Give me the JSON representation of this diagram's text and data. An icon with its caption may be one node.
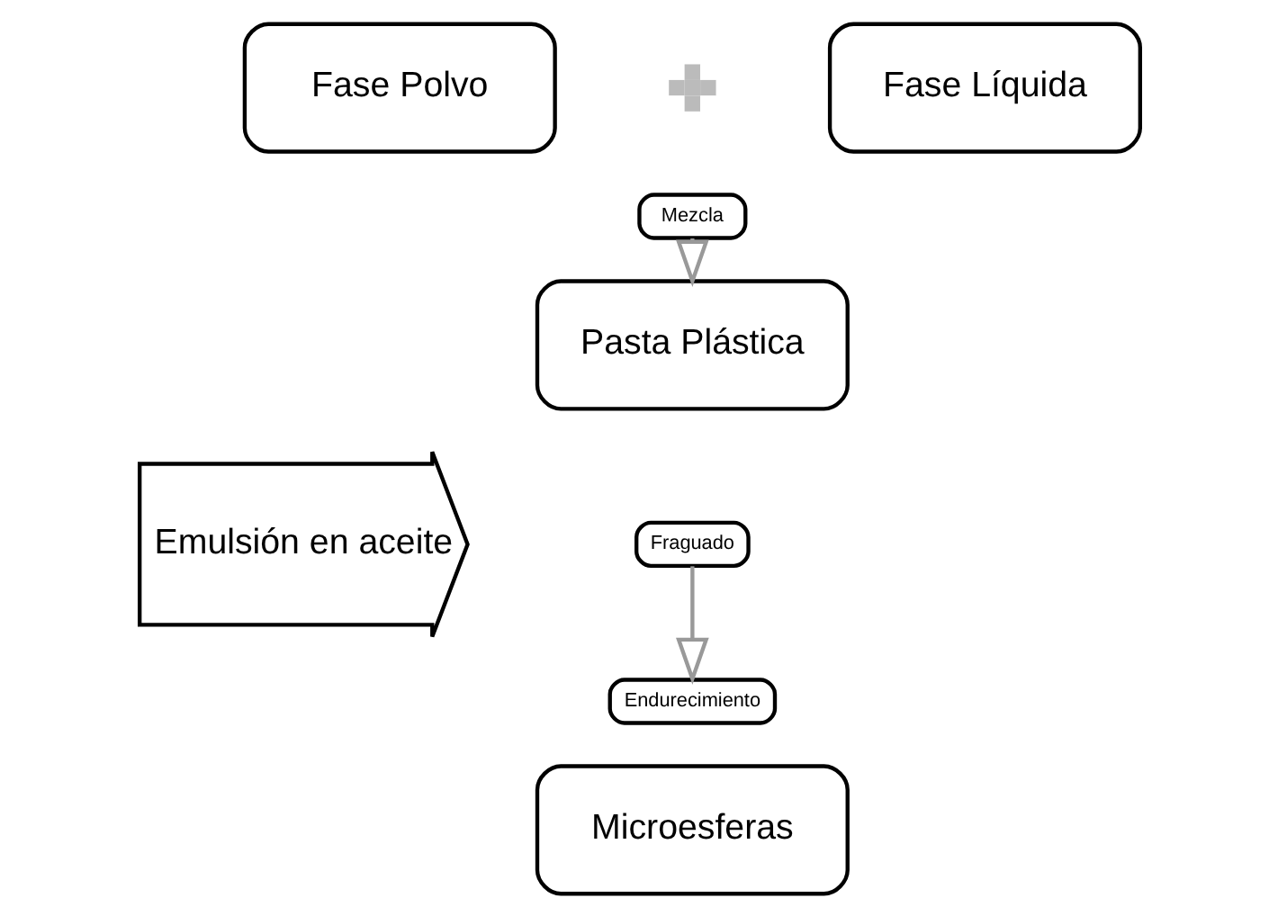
{
  "diagram": {
    "nodes": [
      {
        "text": [
          "Fase Polvo"
        ]
      },
      {
        "text": [
          "Fase Líquida"
        ]
      },
      {
        "text": [],
        "shape": "cross"
      },
      {
        "text": [
          "Mezcla"
        ]
      },
      {
        "text": [
          "Pasta Plástica"
        ]
      },
      {
        "text": [
          "Emulsión en aceite"
        ]
      },
      {
        "text": [
          "Fraguado"
        ]
      },
      {
        "text": [
          "Endurecimiento"
        ]
      },
      {
        "text": [
          "Microesferas"
        ]
      }
    ],
    "edges": [
      {
        "from": 3,
        "to": 4,
        "arrow": "to"
      },
      {
        "from": 6,
        "to": 7,
        "arrow": "to"
      }
    ]
  }
}
